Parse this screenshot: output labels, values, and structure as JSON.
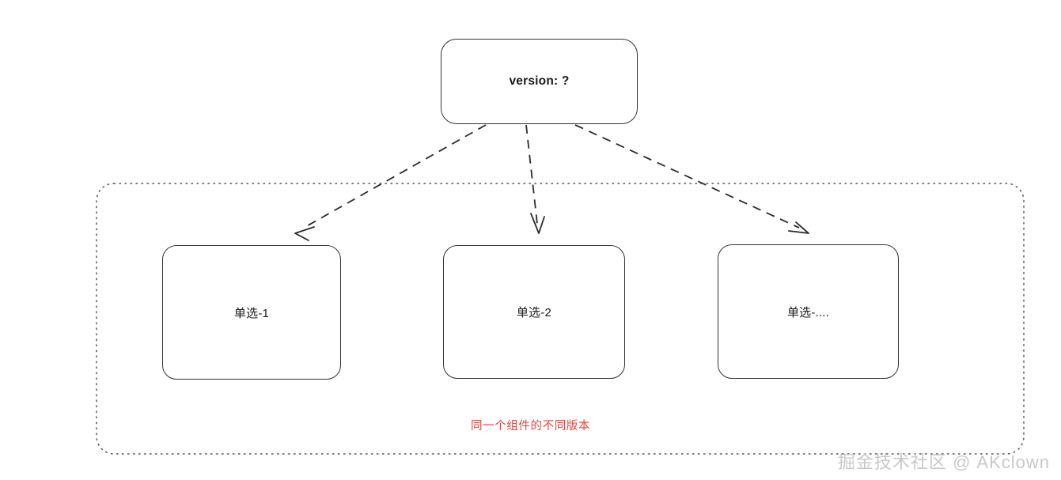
{
  "diagram": {
    "title_node": {
      "label": "version: ?",
      "name": "version-node"
    },
    "group": {
      "caption": "同一个组件的不同版本",
      "caption_color": "#e8453c",
      "border_style": "dotted"
    },
    "children": [
      {
        "label": "单选-1"
      },
      {
        "label": "单选-2"
      },
      {
        "label": "单选-...."
      }
    ],
    "connectors": [
      {
        "from": "version-node",
        "to": "单选-1",
        "style": "dashed-arrow"
      },
      {
        "from": "version-node",
        "to": "单选-2",
        "style": "dashed-arrow"
      },
      {
        "from": "version-node",
        "to": "单选-....",
        "style": "dashed-arrow"
      }
    ],
    "colors": {
      "node_border": "#333333",
      "connector": "#2b2b2b",
      "group_border": "#555555",
      "watermark": "#c9c9c9",
      "background": "#ffffff"
    }
  },
  "watermark": {
    "text": "掘金技术社区 @ AKclown"
  }
}
